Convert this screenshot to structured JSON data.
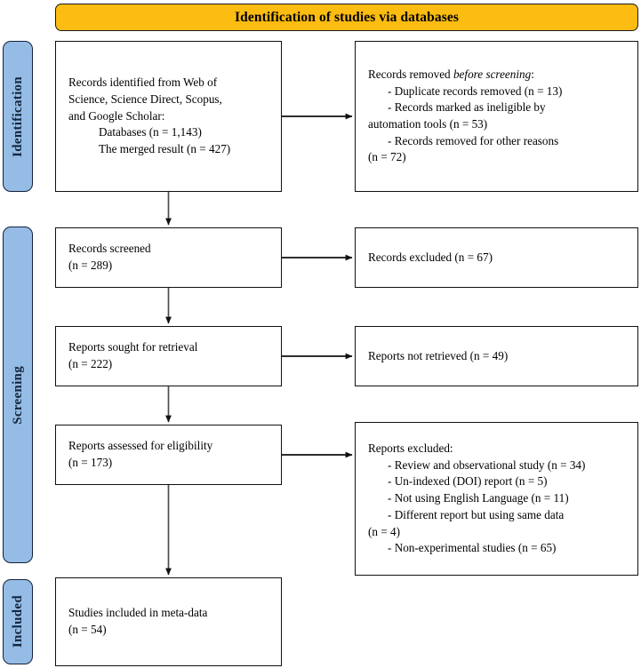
{
  "header": {
    "title": "Identification of studies via databases",
    "background_color": "#FDBC11",
    "border_color": "#1a1a1a"
  },
  "stages": {
    "accent_color": "#95BCE5",
    "border_color": "#13233b",
    "items": [
      {
        "label": "Identification"
      },
      {
        "label": "Screening"
      },
      {
        "label": "Included"
      }
    ]
  },
  "boxes": {
    "identified": {
      "line1": "Records identified from Web of",
      "line2": "Science, Science Direct, Scopus,",
      "line3": "and Google Scholar:",
      "line4": "Databases (n = 1,143)",
      "line5": "The merged result (n = 427)"
    },
    "removed_before_screening": {
      "heading_pre": "Records removed ",
      "heading_em": "before screening",
      "heading_post": ":",
      "line1": "- Duplicate records removed (n = 13)",
      "line2": "- Records marked as ineligible by",
      "line3": "automation tools (n = 53)",
      "line4": "- Records removed for other reasons",
      "line5": "(n = 72)"
    },
    "records_screened": {
      "line1": "Records screened",
      "line2": "(n = 289)"
    },
    "records_excluded": {
      "line1": "Records excluded (n = 67)"
    },
    "reports_sought": {
      "line1": "Reports sought for retrieval",
      "line2": "(n = 222)"
    },
    "reports_not_retrieved": {
      "line1": "Reports not retrieved (n = 49)"
    },
    "reports_assessed": {
      "line1": "Reports assessed for eligibility",
      "line2": "(n = 173)"
    },
    "reports_excluded": {
      "heading": "Reports excluded:",
      "line1": "- Review and observational study (n = 34)",
      "line2": "- Un-indexed (DOI) report (n = 5)",
      "line3": "- Not using English Language (n = 11)",
      "line4": "- Different report but using same data",
      "line5": "(n = 4)",
      "line6": "- Non-experimental studies (n = 65)"
    },
    "studies_included": {
      "line1": "Studies included in meta-data",
      "line2": "(n = 54)"
    }
  },
  "chart_data": {
    "type": "diagram",
    "title": "Identification of studies via databases",
    "diagram_kind": "PRISMA flow diagram",
    "stages": [
      "Identification",
      "Screening",
      "Included"
    ],
    "nodes": [
      {
        "id": "identified",
        "stage": "Identification",
        "column": "left",
        "label": "Records identified from Web of Science, Science Direct, Scopus, and Google Scholar",
        "counts": {
          "Databases": 1143,
          "The merged result": 427
        }
      },
      {
        "id": "removed_before_screening",
        "stage": "Identification",
        "column": "right",
        "label": "Records removed before screening",
        "counts": {
          "Duplicate records removed": 13,
          "Records marked as ineligible by automation tools": 53,
          "Records removed for other reasons": 72
        }
      },
      {
        "id": "records_screened",
        "stage": "Screening",
        "column": "left",
        "label": "Records screened",
        "n": 289
      },
      {
        "id": "records_excluded",
        "stage": "Screening",
        "column": "right",
        "label": "Records excluded",
        "n": 67
      },
      {
        "id": "reports_sought",
        "stage": "Screening",
        "column": "left",
        "label": "Reports sought for retrieval",
        "n": 222
      },
      {
        "id": "reports_not_retrieved",
        "stage": "Screening",
        "column": "right",
        "label": "Reports not retrieved",
        "n": 49
      },
      {
        "id": "reports_assessed",
        "stage": "Screening",
        "column": "left",
        "label": "Reports assessed for eligibility",
        "n": 173
      },
      {
        "id": "reports_excluded",
        "stage": "Screening",
        "column": "right",
        "label": "Reports excluded",
        "counts": {
          "Review and observational study": 34,
          "Un-indexed (DOI) report": 5,
          "Not using English Language": 11,
          "Different report but using same data": 4,
          "Non-experimental studies": 65
        }
      },
      {
        "id": "studies_included",
        "stage": "Included",
        "column": "left",
        "label": "Studies included in meta-data",
        "n": 54
      }
    ],
    "edges": [
      {
        "from": "identified",
        "to": "removed_before_screening",
        "direction": "right"
      },
      {
        "from": "identified",
        "to": "records_screened",
        "direction": "down"
      },
      {
        "from": "records_screened",
        "to": "records_excluded",
        "direction": "right"
      },
      {
        "from": "records_screened",
        "to": "reports_sought",
        "direction": "down"
      },
      {
        "from": "reports_sought",
        "to": "reports_not_retrieved",
        "direction": "right"
      },
      {
        "from": "reports_sought",
        "to": "reports_assessed",
        "direction": "down"
      },
      {
        "from": "reports_assessed",
        "to": "reports_excluded",
        "direction": "right"
      },
      {
        "from": "reports_assessed",
        "to": "studies_included",
        "direction": "down"
      }
    ]
  }
}
